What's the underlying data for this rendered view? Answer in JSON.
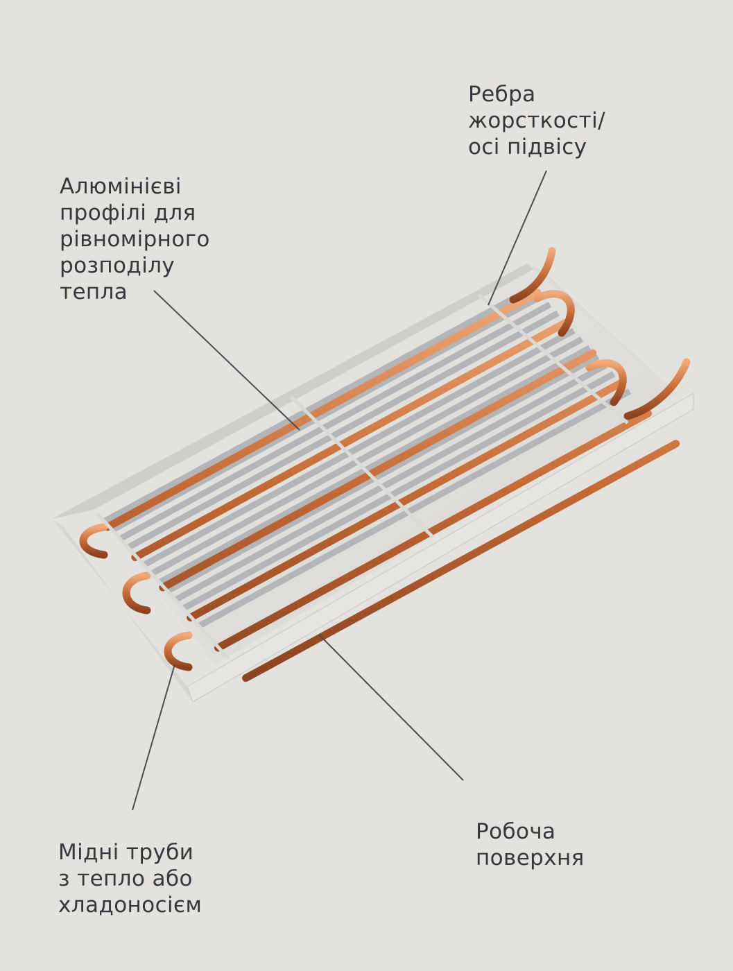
{
  "labels": {
    "ribs": [
      "Ребра",
      "жорсткості/",
      "осі підвісу"
    ],
    "profiles": [
      "Алюмінієві",
      "профілі для",
      "рівномірного",
      "розподілу",
      "тепла"
    ],
    "pipes": [
      "Мідні труби",
      "з тепло або",
      "хладоносієм"
    ],
    "surface": [
      "Робоча",
      "поверхня"
    ]
  },
  "colors": {
    "background": "#e3e2df",
    "panel": "#f1f0ec",
    "copper": "#c56a35",
    "aluminium": "#b7b9bd",
    "text": "#34373c",
    "leader": "#4a4d52"
  }
}
